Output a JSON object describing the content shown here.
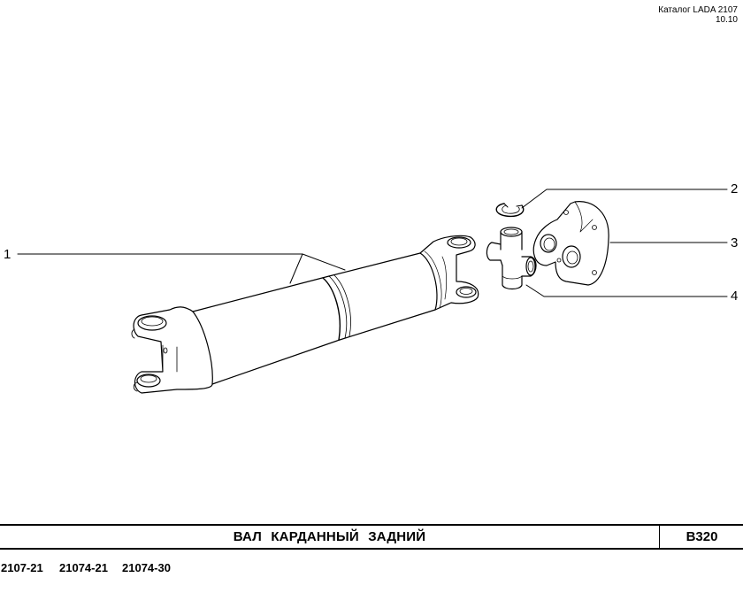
{
  "header": {
    "catalog_line": "Каталог LADA 2107",
    "date_line": "10.10"
  },
  "diagram": {
    "subject": "rear driveshaft assembly",
    "callouts": [
      {
        "number": "1",
        "part": "driveshaft-assembly"
      },
      {
        "number": "2",
        "part": "retaining-ring"
      },
      {
        "number": "3",
        "part": "flange-yoke"
      },
      {
        "number": "4",
        "part": "universal-joint-cross"
      }
    ],
    "line_color": "#000000"
  },
  "footer": {
    "title": "ВАЛ  КАРДАННЫЙ  ЗАДНИЙ",
    "code": "B320",
    "models": [
      "2107-21",
      "21074-21",
      "21074-30"
    ]
  }
}
